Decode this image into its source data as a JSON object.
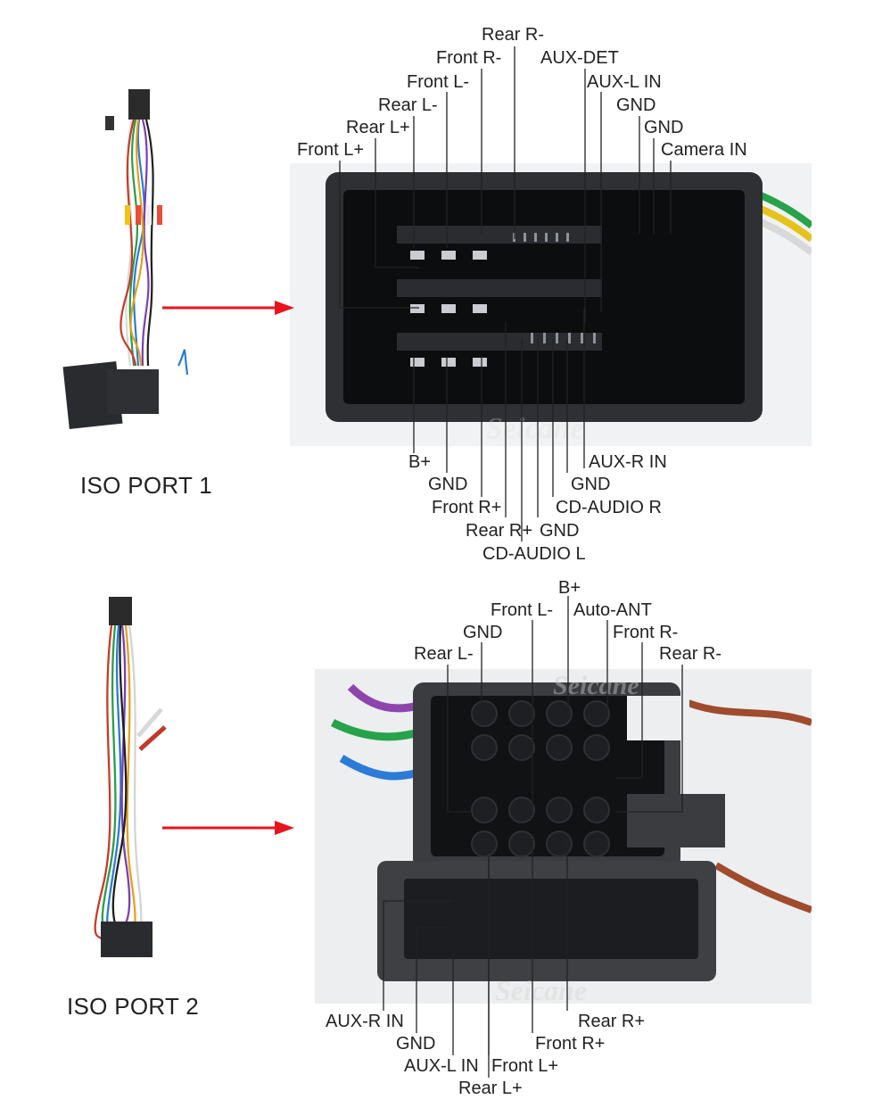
{
  "brand": "Seicane",
  "port1": {
    "title": "ISO PORT 1",
    "labels_top": [
      "Rear R-",
      "Front R-",
      "AUX-DET",
      "Front L-",
      "AUX-L IN",
      "Rear L-",
      "GND",
      "Rear L+",
      "GND",
      "Front L+",
      "Camera IN"
    ],
    "labels_bottom": [
      "B+",
      "AUX-R IN",
      "GND",
      "GND",
      "Front R+",
      "CD-AUDIO R",
      "Rear R+",
      "GND",
      "CD-AUDIO L"
    ]
  },
  "port2": {
    "title": "ISO PORT 2",
    "labels_top": [
      "B+",
      "Front L-",
      "Auto-ANT",
      "GND",
      "Front R-",
      "Rear L-",
      "Rear R-"
    ],
    "labels_bottom": [
      "AUX-R IN",
      "Rear R+",
      "GND",
      "Front R+",
      "AUX-L IN",
      "Front L+",
      "Rear L+"
    ]
  },
  "colors": {
    "arrow": "#e8141c",
    "line": "#222222",
    "connector": "#3a3c40"
  }
}
